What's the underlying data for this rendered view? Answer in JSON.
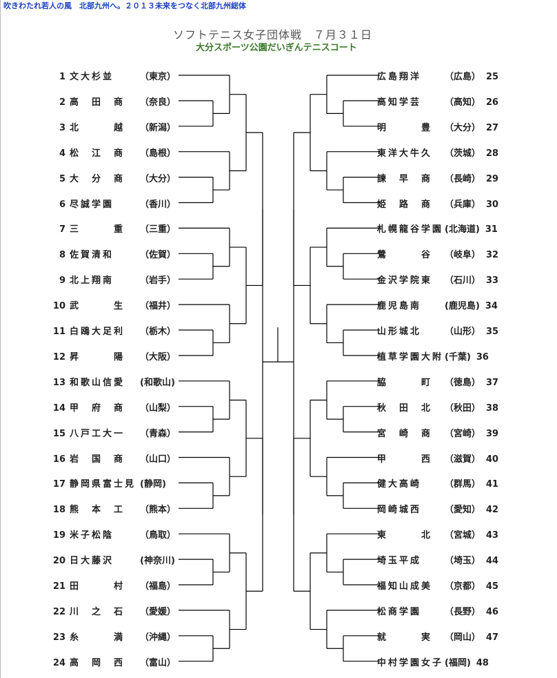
{
  "banner": "吹きわたれ若人の風　北部九州へ。２０１３未来をつなく北部九州総体",
  "title": "ソフトテニス女子団体戦　７月３１日",
  "subtitle": "大分スポーツ公園だいぎんテニスコート",
  "left": [
    {
      "num": "1",
      "name": "文大杉並",
      "pref": "（東京）"
    },
    {
      "num": "2",
      "name": "高　田　商",
      "pref": "（奈良）"
    },
    {
      "num": "3",
      "name": "北　　　越",
      "pref": "（新潟）"
    },
    {
      "num": "4",
      "name": "松　江　商",
      "pref": "（島根）"
    },
    {
      "num": "5",
      "name": "大　分　商",
      "pref": "（大分）"
    },
    {
      "num": "6",
      "name": "尽誠学園",
      "pref": "（香川）"
    },
    {
      "num": "7",
      "name": "三　　　重",
      "pref": "（三重）"
    },
    {
      "num": "8",
      "name": "佐賀清和",
      "pref": "（佐賀）"
    },
    {
      "num": "9",
      "name": "北上翔南",
      "pref": "（岩手）"
    },
    {
      "num": "10",
      "name": "武　　　生",
      "pref": "（福井）"
    },
    {
      "num": "11",
      "name": "白鴎大足利",
      "pref": "（栃木）"
    },
    {
      "num": "12",
      "name": "昇　　　陽",
      "pref": "（大阪）"
    },
    {
      "num": "13",
      "name": "和歌山信愛",
      "pref": "(和歌山)"
    },
    {
      "num": "14",
      "name": "甲　府　商",
      "pref": "（山梨）"
    },
    {
      "num": "15",
      "name": "八戸工大一",
      "pref": "（青森）"
    },
    {
      "num": "16",
      "name": "岩　国　商",
      "pref": "（山口）"
    },
    {
      "num": "17",
      "name": "静岡県富士見",
      "pref": "(静岡)"
    },
    {
      "num": "18",
      "name": "熊　本　工",
      "pref": "（熊本）"
    },
    {
      "num": "19",
      "name": "米子松陰",
      "pref": "（鳥取）"
    },
    {
      "num": "20",
      "name": "日大藤沢",
      "pref": "(神奈川)"
    },
    {
      "num": "21",
      "name": "田　　　村",
      "pref": "（福島）"
    },
    {
      "num": "22",
      "name": "川　之　石",
      "pref": "（愛媛）"
    },
    {
      "num": "23",
      "name": "糸　　　満",
      "pref": "（沖縄）"
    },
    {
      "num": "24",
      "name": "高　岡　西",
      "pref": "（富山）"
    }
  ],
  "right": [
    {
      "num": "25",
      "name": "広島翔洋",
      "pref": "（広島）"
    },
    {
      "num": "26",
      "name": "高知学芸",
      "pref": "（高知）"
    },
    {
      "num": "27",
      "name": "明　　　豊",
      "pref": "（大分）"
    },
    {
      "num": "28",
      "name": "東洋大牛久",
      "pref": "（茨城）"
    },
    {
      "num": "29",
      "name": "諫　早　商",
      "pref": "（長崎）"
    },
    {
      "num": "30",
      "name": "姫　路　商",
      "pref": "（兵庫）"
    },
    {
      "num": "31",
      "name": "札幌龍谷学園",
      "pref": "(北海道)"
    },
    {
      "num": "32",
      "name": "鶯　　　谷",
      "pref": "（岐阜）"
    },
    {
      "num": "33",
      "name": "金沢学院東",
      "pref": "（石川）"
    },
    {
      "num": "34",
      "name": "鹿児島南",
      "pref": "(鹿児島)"
    },
    {
      "num": "35",
      "name": "山形城北",
      "pref": "（山形）"
    },
    {
      "num": "36",
      "name": "植草学園大附",
      "pref": "(千葉)"
    },
    {
      "num": "37",
      "name": "脇　　　町",
      "pref": "（徳島）"
    },
    {
      "num": "38",
      "name": "秋　田　北",
      "pref": "（秋田）"
    },
    {
      "num": "39",
      "name": "宮　崎　商",
      "pref": "（宮崎）"
    },
    {
      "num": "40",
      "name": "甲　　　西",
      "pref": "（滋賀）"
    },
    {
      "num": "41",
      "name": "健大高崎",
      "pref": "（群馬）"
    },
    {
      "num": "42",
      "name": "岡崎城西",
      "pref": "（愛知）"
    },
    {
      "num": "43",
      "name": "東　　　北",
      "pref": "（宮城）"
    },
    {
      "num": "44",
      "name": "埼玉平成",
      "pref": "（埼玉）"
    },
    {
      "num": "45",
      "name": "福知山成美",
      "pref": "（京都）"
    },
    {
      "num": "46",
      "name": "松商学園",
      "pref": "（長野）"
    },
    {
      "num": "47",
      "name": "就　　　実",
      "pref": "（岡山）"
    },
    {
      "num": "48",
      "name": "中村学園女子",
      "pref": "(福岡)"
    }
  ]
}
